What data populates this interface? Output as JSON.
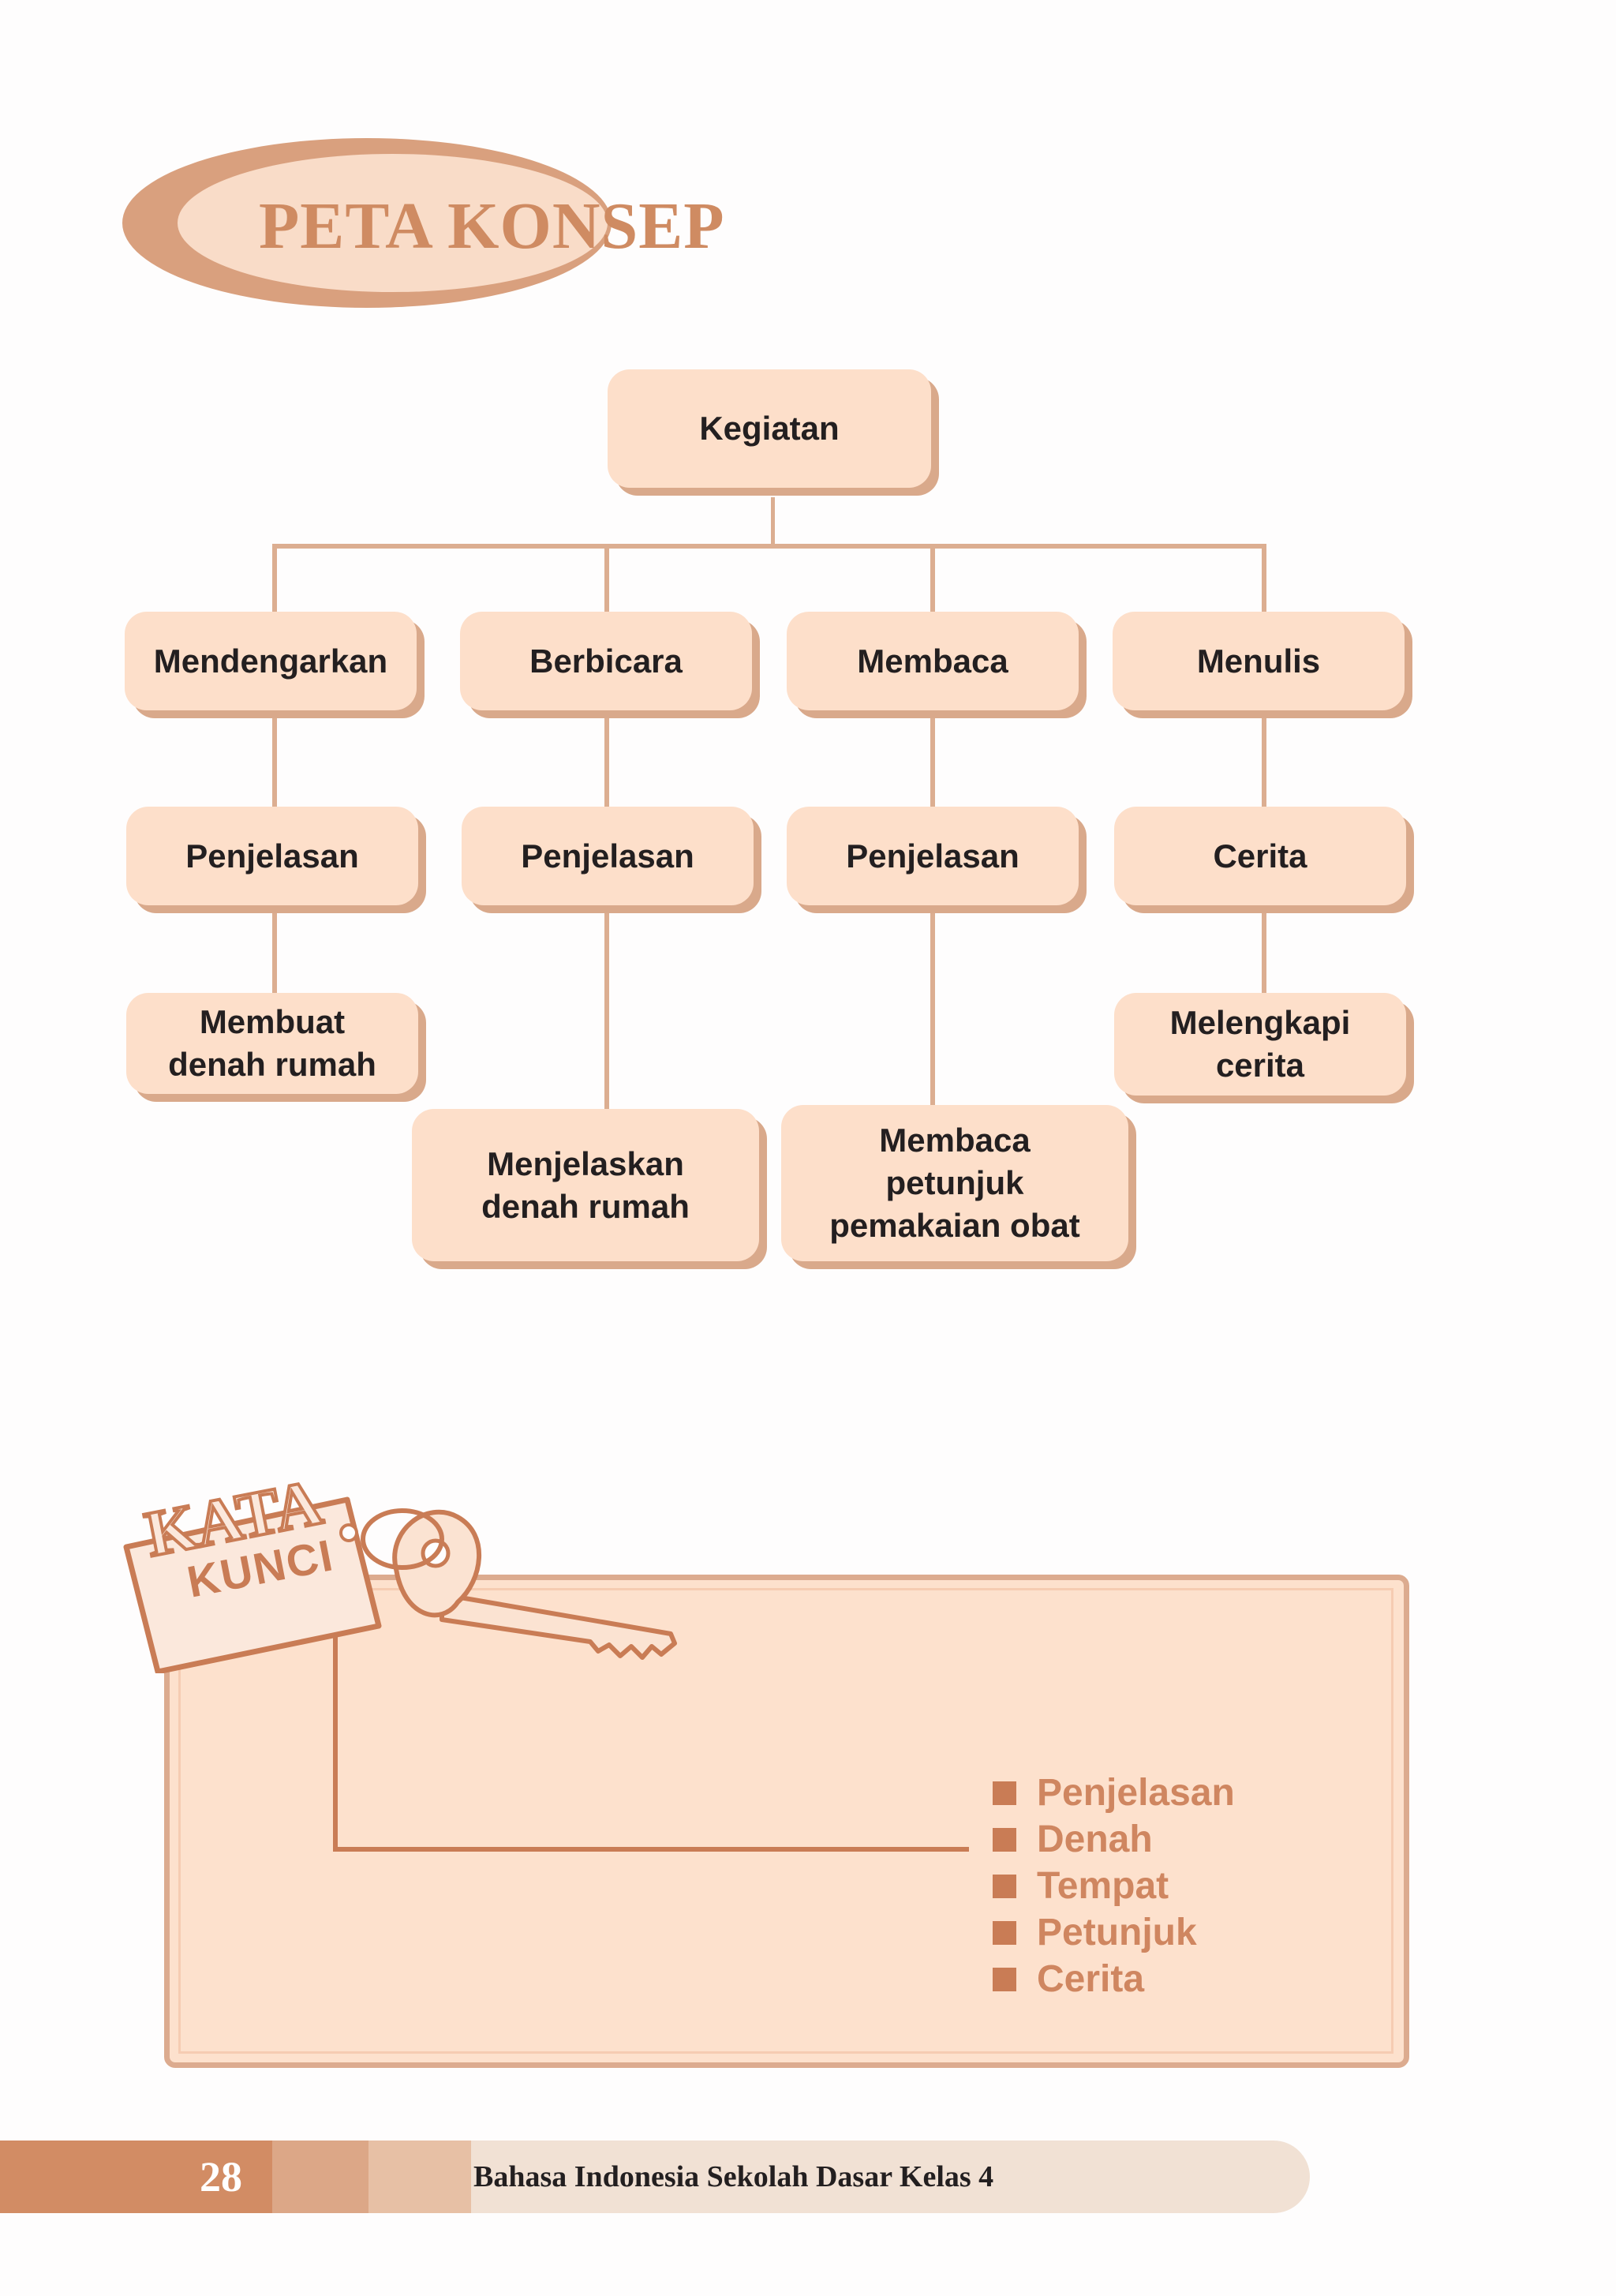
{
  "section_title": "PETA KONSEP",
  "concept_map": {
    "root": "Kegiatan",
    "level1": [
      "Mendengarkan",
      "Berbicara",
      "Membaca",
      "Menulis"
    ],
    "level2": [
      "Penjelasan",
      "Penjelasan",
      "Penjelasan",
      "Cerita"
    ],
    "level3": [
      "Membuat\ndenah rumah",
      "Menjelaskan\ndenah rumah",
      "Membaca\npetunjuk\npemakaian obat",
      "Melengkapi\ncerita"
    ]
  },
  "kata_kunci": {
    "tag_line1": "KATA",
    "tag_line2": "KUNCI",
    "keywords": [
      "Penjelasan",
      "Denah",
      "Tempat",
      "Petunjuk",
      "Cerita"
    ]
  },
  "footer": {
    "page_number": "28",
    "book_title": "Bahasa Indonesia Sekolah Dasar Kelas 4"
  },
  "colors": {
    "accent": "#d28c64",
    "box_fill": "#fddfca",
    "box_shadow": "#d9a98b"
  }
}
